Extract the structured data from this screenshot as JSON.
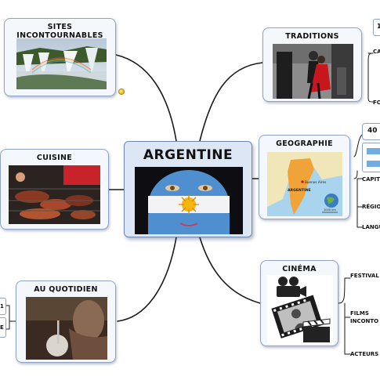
{
  "central": {
    "title": "ARGENTINE"
  },
  "branches": {
    "sites": {
      "title": "SITES INCONTOURNABLES"
    },
    "traditions": {
      "title": "TRADITIONS"
    },
    "cuisine": {
      "title": "CUISINE"
    },
    "geographie": {
      "title": "GEOGRAPHIE"
    },
    "quotidien": {
      "title": "AU QUOTIDIEN"
    },
    "cinema": {
      "title": "CINÉMA"
    }
  },
  "traditions_leaves": {
    "ca": "CA",
    "fo": "FO",
    "one": "1"
  },
  "geographie_leaves": {
    "badge": "40",
    "capit": "CAPIT",
    "regio": "RÉGIO",
    "langu": "LANGU"
  },
  "geographie_map_labels": {
    "country": "ARGENTINE",
    "city": "Buenos Aires",
    "scale": "1000 km"
  },
  "cinema_leaves": {
    "festival": "FESTIVAL",
    "films_line1": "FILMS",
    "films_line2": "INCONTO",
    "acteurs": "ACTEURS"
  },
  "quotidien_leaves": {
    "one": "1",
    "e": "E"
  },
  "colors": {
    "connector": "#1a1a1a",
    "node_bg": "#f4f7fc",
    "node_border": "#8fa3c4",
    "flag_blue": "#74acdf",
    "sun": "#f6b40e"
  },
  "icons": [
    "sun-of-may-icon",
    "film-camera-icon",
    "film-reel-icon",
    "clapperboard-icon",
    "globe-icon"
  ]
}
